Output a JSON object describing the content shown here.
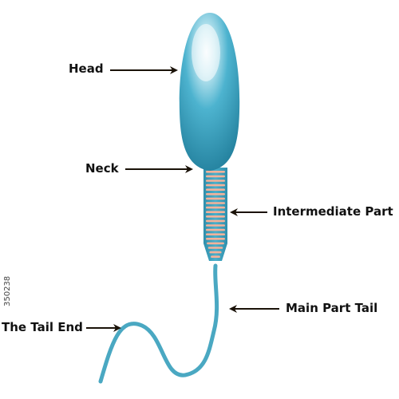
{
  "labels": {
    "head": "Head",
    "neck": "Neck",
    "intermediate": "Intermediate Part",
    "main_tail": "Main Part Tail",
    "tail_end": "The Tail End"
  },
  "side_id": "350238",
  "colors": {
    "body": "#2f93b3",
    "body_light": "#4db3cf",
    "tail": "#4aa8c2",
    "bands": "#f4b29a",
    "arrow": "#1a1208",
    "text": "#111111"
  }
}
